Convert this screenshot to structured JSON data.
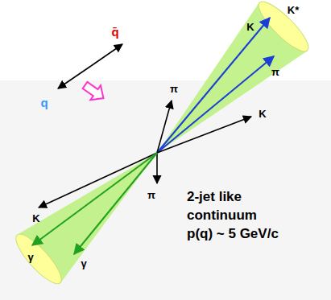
{
  "diagram": {
    "labels": [
      "q̄",
      "q",
      "π",
      "K*",
      "K",
      "π",
      "K",
      "π",
      "K",
      "γ",
      "γ",
      "2-jet like",
      "continuum",
      "p(q) ~ 5 GeV/c"
    ]
  }
}
